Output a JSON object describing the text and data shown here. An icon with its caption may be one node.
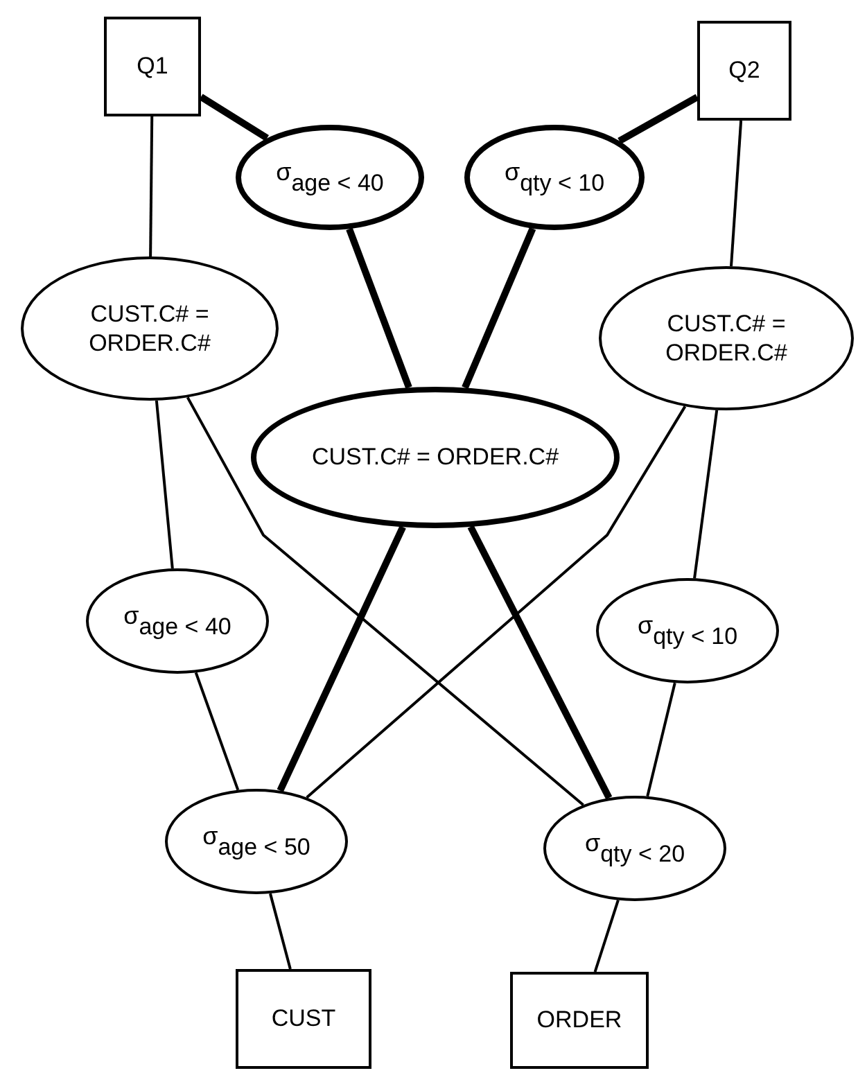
{
  "diagram": {
    "nodes": [
      {
        "text": [
          "Q1"
        ]
      },
      {
        "text": [
          "Q2"
        ]
      },
      {
        "text": [
          "σ$_{age < 40}$"
        ]
      },
      {
        "text": [
          "σ$_{qty < 10}$"
        ]
      },
      {
        "text": [
          "CUST.C# = ORDER.C#"
        ]
      },
      {
        "text": [
          "CUST.C# = ORDER.C#"
        ]
      },
      {
        "text": [
          "CUST.C# = ORDER.C#"
        ]
      },
      {
        "text": [
          "σ$_{age < 40}$"
        ]
      },
      {
        "text": [
          "σ$_{qty < 10}$"
        ]
      },
      {
        "text": [
          "σ$_{age < 50}$"
        ]
      },
      {
        "text": [
          "σ$_{qty < 20}$"
        ]
      },
      {
        "text": [
          "CUST"
        ]
      },
      {
        "text": [
          "ORDER"
        ]
      }
    ],
    "edges": [
      {
        "from": 0,
        "to": 2,
        "arrow": "none",
        "style": "thick"
      },
      {
        "from": 0,
        "to": 4,
        "arrow": "none"
      },
      {
        "from": 1,
        "to": 3,
        "arrow": "none",
        "style": "thick"
      },
      {
        "from": 1,
        "to": 5,
        "arrow": "none"
      },
      {
        "from": 2,
        "to": 6,
        "arrow": "none",
        "style": "thick"
      },
      {
        "from": 3,
        "to": 6,
        "arrow": "none",
        "style": "thick"
      },
      {
        "from": 4,
        "to": 7,
        "arrow": "none"
      },
      {
        "from": 4,
        "to": 10,
        "arrow": "none"
      },
      {
        "from": 5,
        "to": 9,
        "arrow": "none"
      },
      {
        "from": 5,
        "to": 8,
        "arrow": "none"
      },
      {
        "from": 6,
        "to": 9,
        "arrow": "none",
        "style": "thick"
      },
      {
        "from": 6,
        "to": 10,
        "arrow": "none",
        "style": "thick"
      },
      {
        "from": 7,
        "to": 9,
        "arrow": "none"
      },
      {
        "from": 8,
        "to": 10,
        "arrow": "none"
      },
      {
        "from": 9,
        "to": 11,
        "arrow": "none"
      },
      {
        "from": 10,
        "to": 12,
        "arrow": "none"
      }
    ]
  }
}
